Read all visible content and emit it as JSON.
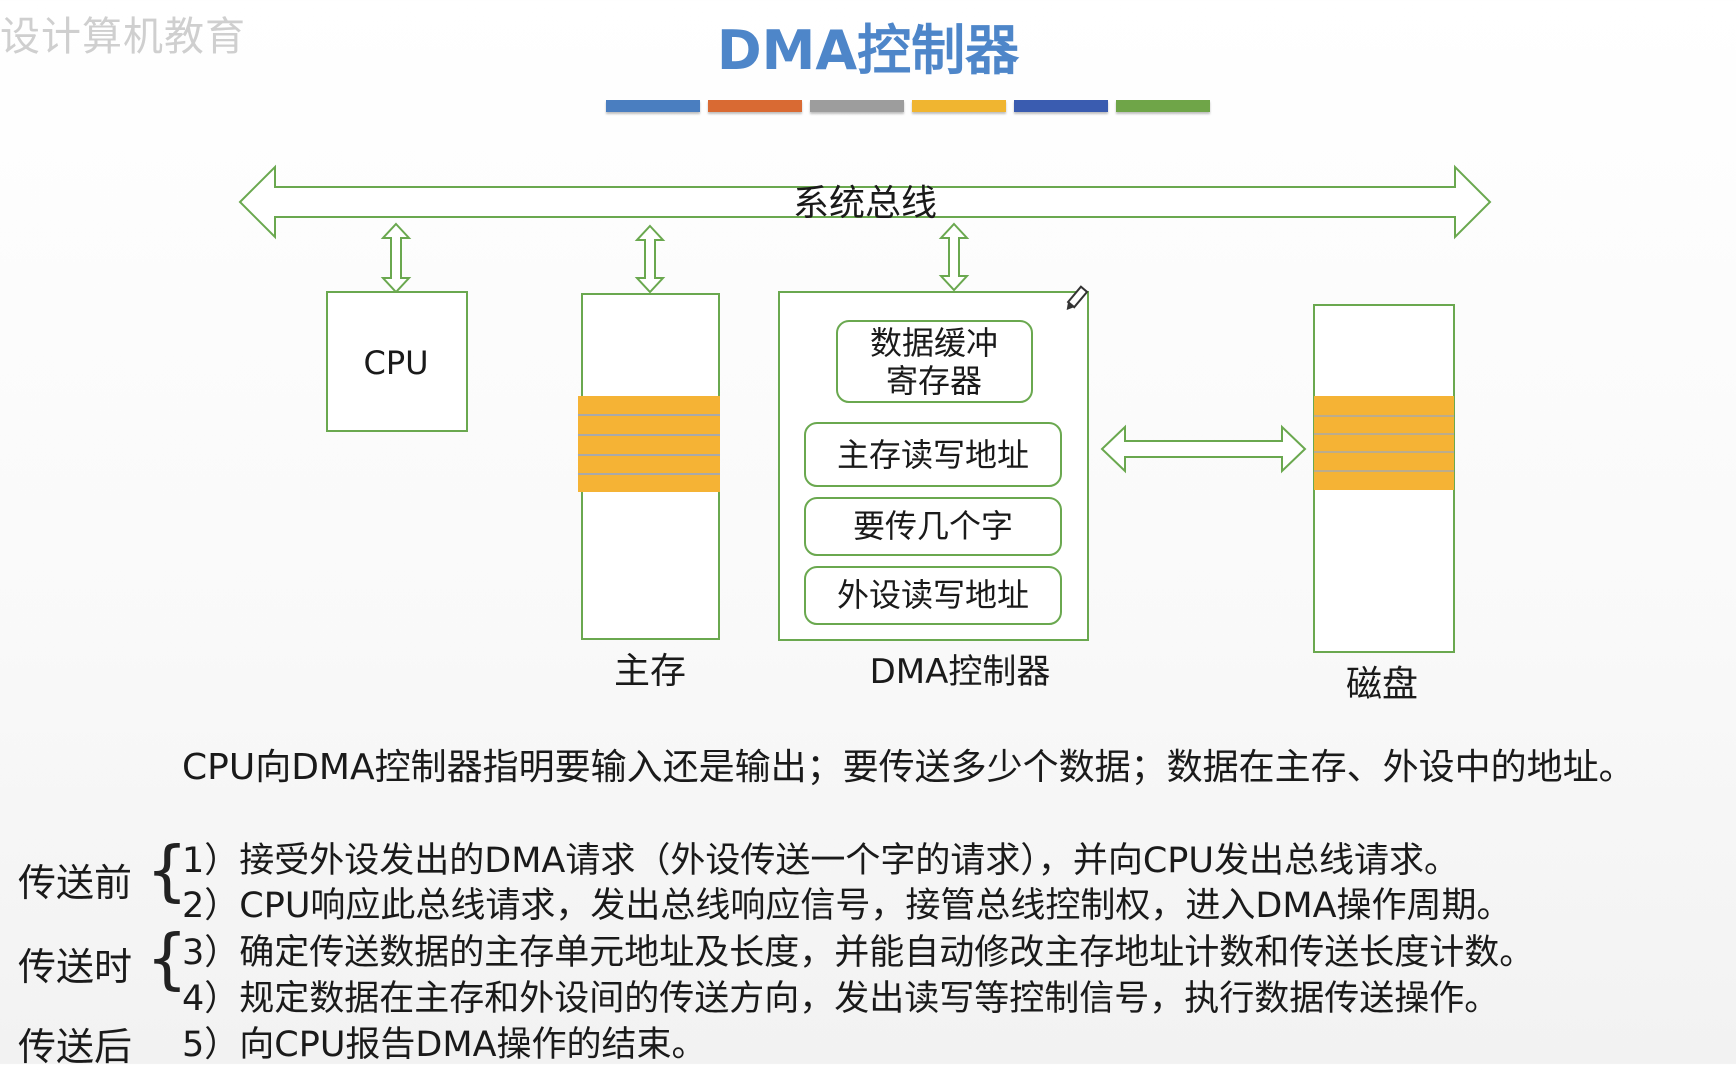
{
  "watermark": "设计算机教育",
  "title": "DMA控制器",
  "accent_colors": [
    "#4a7ec0",
    "#d96a33",
    "#9d9d9d",
    "#f0b530",
    "#3a5cb0",
    "#6fa548"
  ],
  "diagram": {
    "bus_label": "系统总线",
    "cpu_label": "CPU",
    "memory_label": "主存",
    "dma_label": "DMA控制器",
    "disk_label": "磁盘",
    "dma_registers": {
      "buffer_line1": "数据缓冲",
      "buffer_line2": "寄存器",
      "mem_address": "主存读写地址",
      "word_count": "要传几个字",
      "device_address": "外设读写地址"
    },
    "box_stroke": "#6aa84f",
    "highlight_fill": "#f5b335",
    "icons": [
      "pencil-icon"
    ]
  },
  "description": "CPU向DMA控制器指明要输入还是输出；要传送多少个数据；数据在主存、外设中的地址。",
  "phases": [
    {
      "label": "传送前",
      "steps": [
        "1）接受外设发出的DMA请求（外设传送一个字的请求），并向CPU发出总线请求。",
        "2）CPU响应此总线请求，发出总线响应信号，接管总线控制权，进入DMA操作周期。"
      ]
    },
    {
      "label": "传送时",
      "steps": [
        "3）确定传送数据的主存单元地址及长度，并能自动修改主存地址计数和传送长度计数。",
        "4）规定数据在主存和外设间的传送方向，发出读写等控制信号，执行数据传送操作。"
      ]
    },
    {
      "label": "传送后",
      "steps": [
        "5）向CPU报告DMA操作的结束。"
      ]
    }
  ],
  "brace_char": "{"
}
